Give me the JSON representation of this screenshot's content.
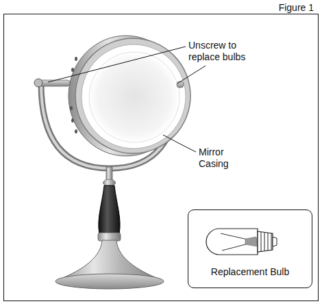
{
  "diagram": {
    "nodes": [
      {
        "text": [
          "Figure 1"
        ]
      },
      {
        "text": [
          "Replacement Bulb"
        ],
        "in": 0
      }
    ],
    "labels": [
      "Unscrew to replace bulbs",
      "Mirror Casing"
    ]
  }
}
